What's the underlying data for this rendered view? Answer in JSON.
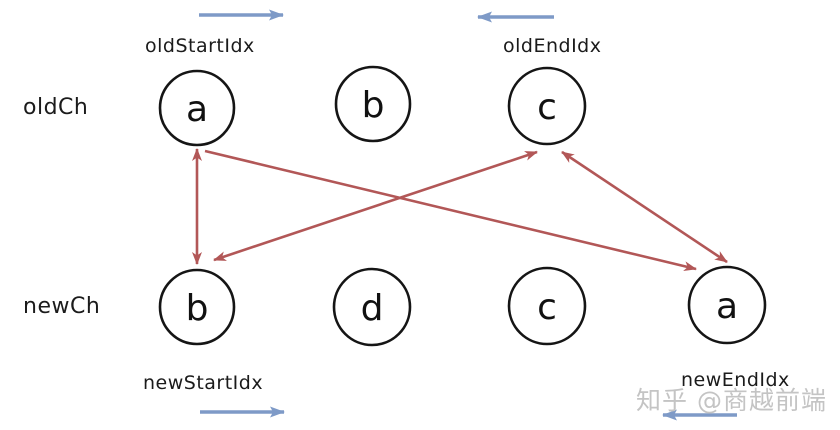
{
  "diagram": {
    "rows": {
      "old": {
        "label": "oldCh",
        "nodes": [
          {
            "letter": "a"
          },
          {
            "letter": "b"
          },
          {
            "letter": "c"
          }
        ]
      },
      "new": {
        "label": "newCh",
        "nodes": [
          {
            "letter": "b"
          },
          {
            "letter": "d"
          },
          {
            "letter": "c"
          },
          {
            "letter": "a"
          }
        ]
      }
    },
    "pointers": {
      "old_start": {
        "label": "oldStartIdx",
        "direction": "right"
      },
      "old_end": {
        "label": "oldEndIdx",
        "direction": "left"
      },
      "new_start": {
        "label": "newStartIdx",
        "direction": "right"
      },
      "new_end": {
        "label": "newEndIdx",
        "direction": "left"
      }
    },
    "edges": [
      {
        "from": "old-a",
        "to": "new-b",
        "double_headed": true
      },
      {
        "from": "old-a",
        "to": "new-a",
        "double_headed": false
      },
      {
        "from": "new-b",
        "to": "old-c",
        "double_headed": true
      },
      {
        "from": "old-c",
        "to": "new-a",
        "double_headed": true
      }
    ],
    "watermark": "知乎 @商越前端",
    "colors": {
      "edge_red": "#b25757",
      "pointer_blue": "#7e9ac7",
      "node_stroke": "#151515",
      "watermark_gray": "#c4c4c4"
    }
  }
}
